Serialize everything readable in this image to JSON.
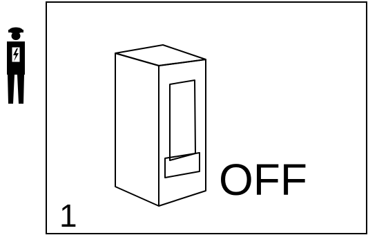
{
  "step": {
    "number": "1"
  },
  "switch_state": {
    "label": "OFF"
  },
  "icons": {
    "warning_person": "electrician-icon",
    "device": "circuit-breaker-switch"
  },
  "colors": {
    "stroke": "#000000",
    "background": "#ffffff"
  }
}
